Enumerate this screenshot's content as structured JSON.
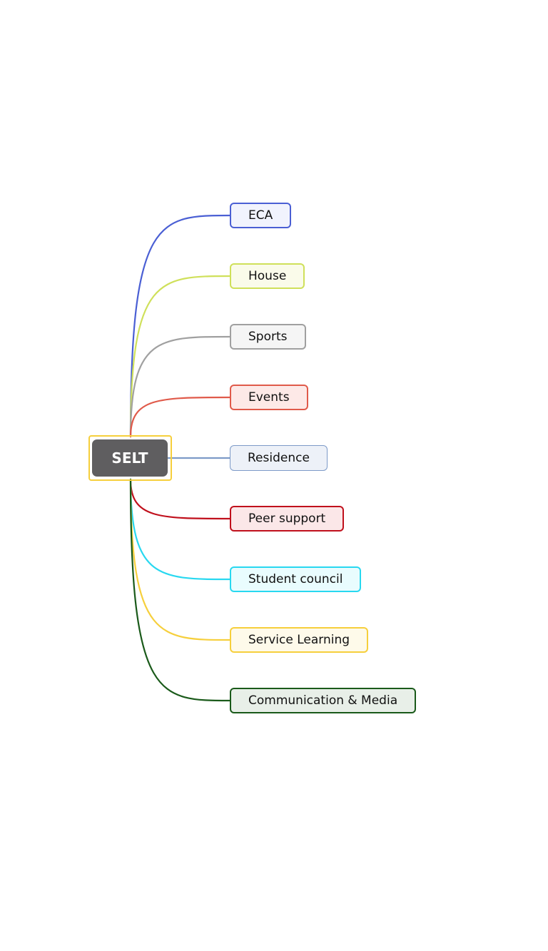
{
  "root": {
    "label": "SELT",
    "frame_color": "#f6cf3c",
    "fill_color": "#5f5e60"
  },
  "branches": [
    {
      "label": "ECA",
      "color": "#4a5fd4",
      "fill": "#f1f3fd"
    },
    {
      "label": "House",
      "color": "#cfe05a",
      "fill": "#fafbea"
    },
    {
      "label": "Sports",
      "color": "#a0a0a0",
      "fill": "#f5f5f5"
    },
    {
      "label": "Events",
      "color": "#e05a4a",
      "fill": "#fde9e7"
    },
    {
      "label": "Residence",
      "color": "#7d9ac8",
      "fill": "#edf1f8"
    },
    {
      "label": "Peer support",
      "color": "#c0101c",
      "fill": "#fbe7e8"
    },
    {
      "label": "Student council",
      "color": "#28d8f0",
      "fill": "#e9fcfe"
    },
    {
      "label": "Service Learning",
      "color": "#f6cf3c",
      "fill": "#fefaea"
    },
    {
      "label": "Communication & Media",
      "color": "#1a5a1a",
      "fill": "#e8efe8"
    }
  ]
}
